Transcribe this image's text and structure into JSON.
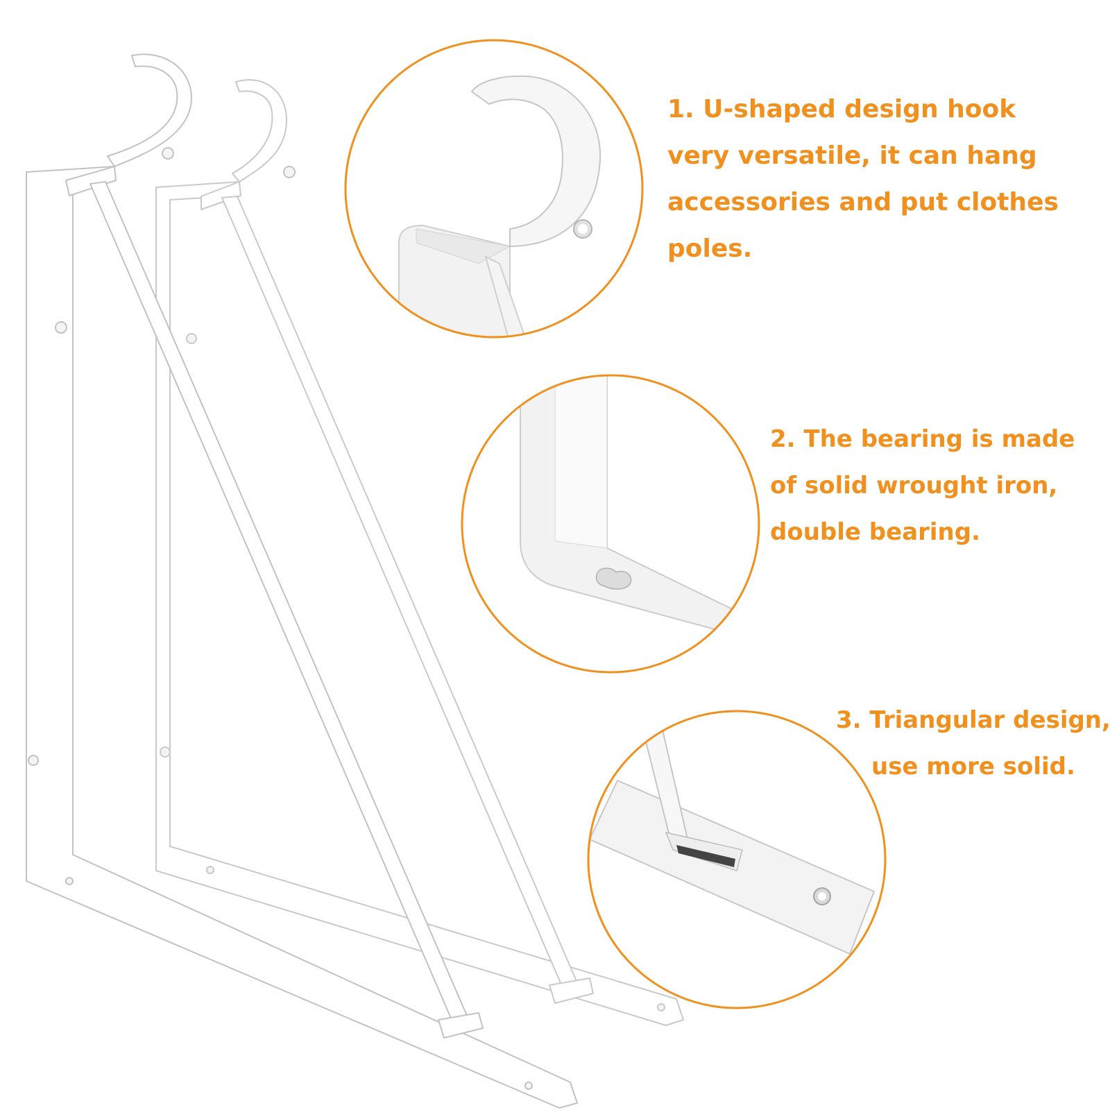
{
  "accent_color": "#f0901e",
  "features": [
    {
      "lines": [
        "1. U-shaped design hook",
        "very versatile, it can hang",
        "accessories and put clothes",
        "poles."
      ]
    },
    {
      "lines": [
        "2. The bearing is made",
        "of solid wrought iron,",
        "double bearing."
      ]
    },
    {
      "lines": [
        "3. Triangular design,",
        "use more solid."
      ]
    }
  ]
}
